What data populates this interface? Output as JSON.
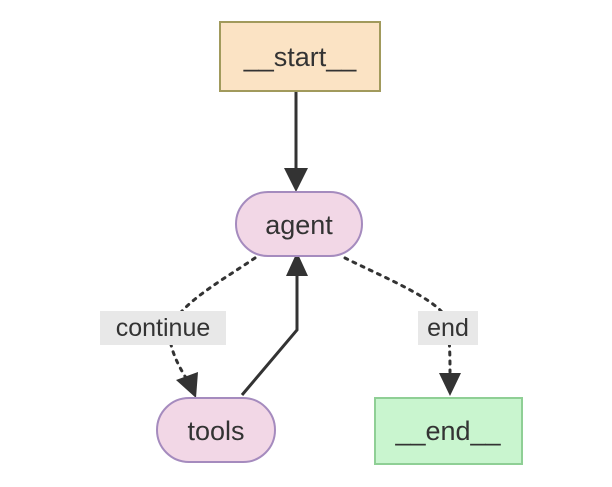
{
  "diagram": {
    "nodes": {
      "start": {
        "label": "__start__",
        "fill": "#fbe3c4",
        "stroke": "#a19a5c",
        "shape": "rectangle"
      },
      "agent": {
        "label": "agent",
        "fill": "#f2d7e6",
        "stroke": "#a58bbe",
        "shape": "rounded"
      },
      "tools": {
        "label": "tools",
        "fill": "#f2d7e6",
        "stroke": "#a58bbe",
        "shape": "rounded"
      },
      "end": {
        "label": "__end__",
        "fill": "#c9f5cf",
        "stroke": "#8fcf95",
        "shape": "rectangle"
      }
    },
    "edges": {
      "start_agent": {
        "from": "__start__",
        "to": "agent",
        "style": "solid"
      },
      "agent_tools": {
        "from": "agent",
        "to": "tools",
        "style": "dotted",
        "label": "continue"
      },
      "tools_agent": {
        "from": "tools",
        "to": "agent",
        "style": "solid"
      },
      "agent_end": {
        "from": "agent",
        "to": "__end__",
        "style": "dotted",
        "label": "end"
      }
    },
    "colors": {
      "edge": "#333333",
      "edge_label_bg": "#e8e8e8",
      "text": "#333333"
    }
  }
}
